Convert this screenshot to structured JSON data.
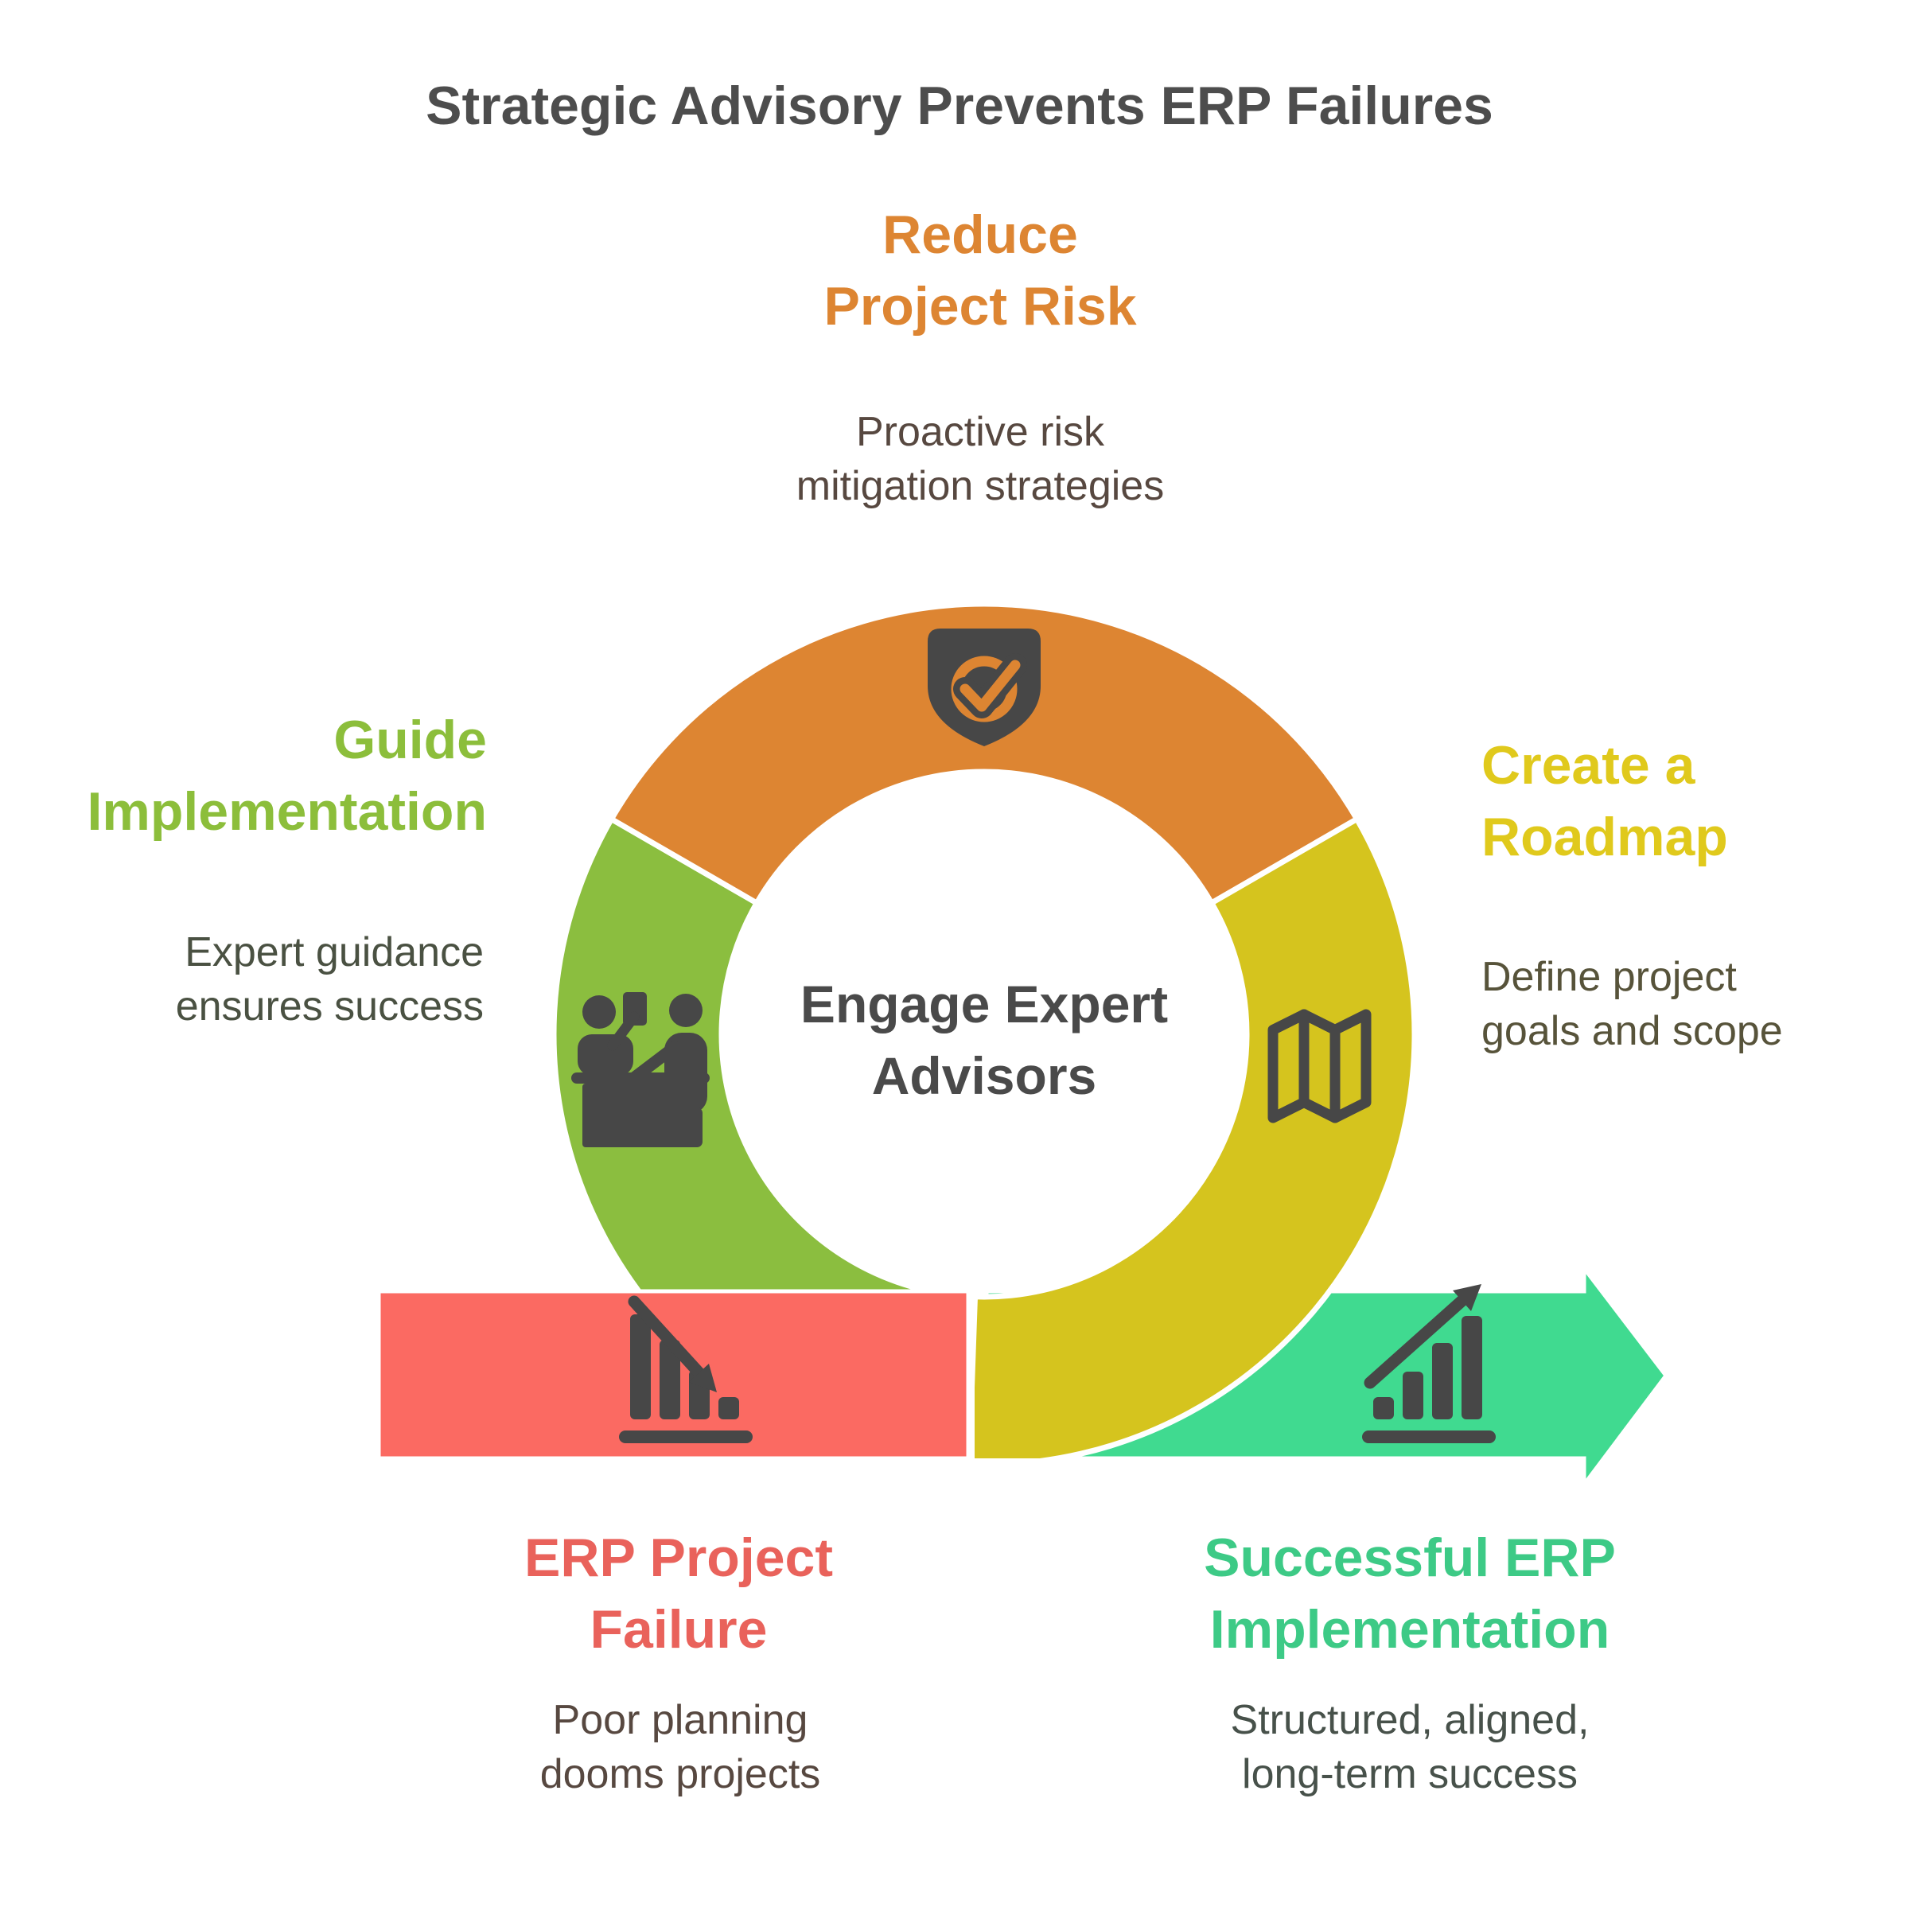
{
  "title": {
    "text": "Strategic Advisory Prevents ERP Failures",
    "color": "#4D4D4D"
  },
  "center": {
    "line1": "Engage Expert",
    "line2": "Advisors",
    "color": "#4A4A4A"
  },
  "ring": {
    "orange": "#DD8532",
    "green": "#8BBE3F",
    "yellow": "#D5C41E",
    "separator": "#FFFFFF"
  },
  "bottom_shapes": {
    "failure_bar_color": "#FB6A62",
    "success_arrow_color": "#40DA90"
  },
  "icon_color": "#474747",
  "icons": {
    "top": "shield-check-icon",
    "left": "advisor-desk-icon",
    "right": "map-icon",
    "bottom_left": "declining-bar-chart-icon",
    "bottom_right": "rising-bar-chart-icon"
  },
  "sections": {
    "reduce": {
      "heading": [
        "Reduce",
        "Project Risk"
      ],
      "body": [
        "Proactive risk",
        "mitigation strategies"
      ],
      "heading_color": "#DD8532",
      "body_color": "#574840"
    },
    "guide": {
      "heading": [
        "Guide",
        "Implementation"
      ],
      "body": [
        "Expert guidance",
        "ensures success"
      ],
      "heading_color": "#8CBE3B",
      "body_color": "#4A5142"
    },
    "roadmap": {
      "heading": [
        "Create a",
        "Roadmap"
      ],
      "body": [
        "Define project",
        "goals and scope"
      ],
      "heading_color": "#E0C91C",
      "body_color": "#57533A"
    },
    "failure": {
      "heading": [
        "ERP Project",
        "Failure"
      ],
      "body": [
        "Poor planning",
        "dooms projects"
      ],
      "heading_color": "#E9625B",
      "body_color": "#574840"
    },
    "success": {
      "heading": [
        "Successful ERP",
        "Implementation"
      ],
      "body": [
        "Structured, aligned,",
        "long-term success"
      ],
      "heading_color": "#3DCA86",
      "body_color": "#47514A"
    }
  }
}
